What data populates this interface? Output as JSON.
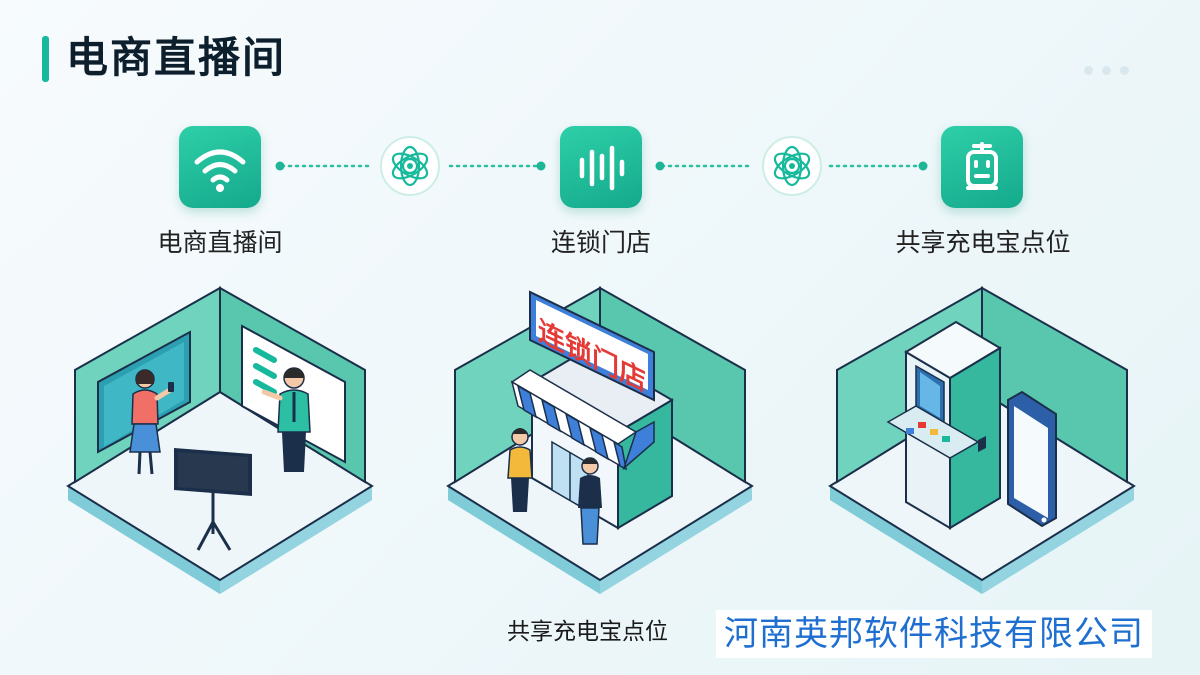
{
  "header": {
    "title": "电商直播间"
  },
  "flow": {
    "steps": [
      {
        "label": "电商直播间",
        "icon": "wifi-icon"
      },
      {
        "label": "连锁门店",
        "icon": "audio-wave-icon"
      },
      {
        "label": "共享充电宝点位",
        "icon": "robot-icon"
      }
    ],
    "connectors": [
      {
        "icon": "gear-icon"
      },
      {
        "icon": "gear-icon"
      }
    ]
  },
  "scenes": {
    "store_sign": "连锁门店"
  },
  "footer": {
    "label": "共享充电宝点位",
    "company": "河南英邦软件科技有限公司"
  },
  "colors": {
    "accent": "#17b99c",
    "teal_dark": "#12a58a",
    "navy": "#1b2f4a",
    "company_text": "#1e6fd0"
  }
}
